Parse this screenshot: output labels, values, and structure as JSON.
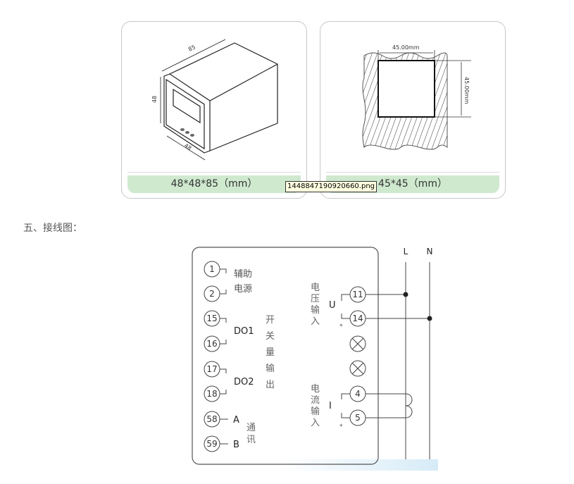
{
  "panels": {
    "left": {
      "dimension_length": "85",
      "dimension_height": "48",
      "dimension_width": "48",
      "caption": "48*48*85（mm）"
    },
    "right": {
      "dimension_width": "45.00mm",
      "dimension_height": "45.00mm",
      "caption": "45*45（mm）"
    }
  },
  "tooltip": "1448847190920660.png",
  "section_title": "五、接线图：",
  "wiring": {
    "power": {
      "terminals": [
        "1",
        "2"
      ],
      "label_line1": "辅助",
      "label_line2": "电源"
    },
    "do1": {
      "terminals": [
        "15",
        "16"
      ],
      "label": "DO1"
    },
    "do2": {
      "terminals": [
        "17",
        "18"
      ],
      "label": "DO2"
    },
    "switch_output_label": [
      "开",
      "关",
      "量",
      "输",
      "出"
    ],
    "comm": {
      "terminals": [
        "58",
        "59"
      ],
      "labels": [
        "A",
        "B"
      ],
      "label": [
        "通",
        "讯"
      ]
    },
    "voltage": {
      "terminals": [
        "11",
        "14"
      ],
      "symbol": "U",
      "label": [
        "电",
        "压",
        "输",
        "入"
      ],
      "star": "*"
    },
    "current": {
      "terminals": [
        "4",
        "5"
      ],
      "symbol": "I",
      "label": [
        "电",
        "流",
        "输",
        "入"
      ],
      "star": "*"
    },
    "lines": {
      "L": "L",
      "N": "N"
    }
  }
}
